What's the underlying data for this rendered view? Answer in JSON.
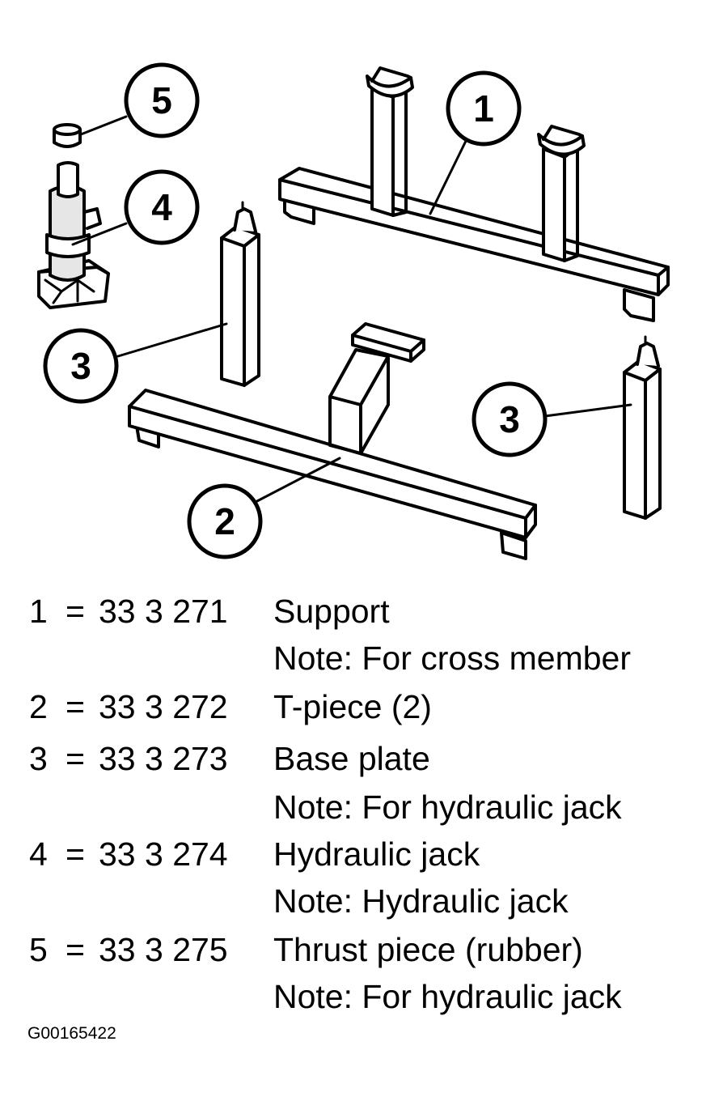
{
  "callouts": {
    "support": "1",
    "t_piece": "2",
    "base_plate_left": "3",
    "base_plate_right": "3",
    "jack": "4",
    "thrust_piece": "5"
  },
  "legend": [
    {
      "num": "1",
      "eq": "=",
      "code": "33 3 271",
      "desc": "Support"
    },
    {
      "num": "",
      "eq": "",
      "code": "",
      "desc": "Note: For cross member"
    },
    {
      "num": "2",
      "eq": "=",
      "code": "33 3 272",
      "desc": "T-piece (2)"
    },
    {
      "num": "3",
      "eq": "=",
      "code": "33 3 273",
      "desc": "Base plate"
    },
    {
      "num": "",
      "eq": "",
      "code": "",
      "desc": "Note: For hydraulic jack"
    },
    {
      "num": "4",
      "eq": "=",
      "code": "33 3 274",
      "desc": "Hydraulic jack"
    },
    {
      "num": "",
      "eq": "",
      "code": "",
      "desc": "Note: Hydraulic jack"
    },
    {
      "num": "5",
      "eq": "=",
      "code": "33 3 275",
      "desc": "Thrust piece (rubber)"
    },
    {
      "num": "",
      "eq": "",
      "code": "",
      "desc": "Note: For hydraulic jack"
    }
  ],
  "figure_id": "G00165422",
  "colors": {
    "ink": "#000000",
    "paper": "#ffffff",
    "shade": "#e6e6e6"
  }
}
